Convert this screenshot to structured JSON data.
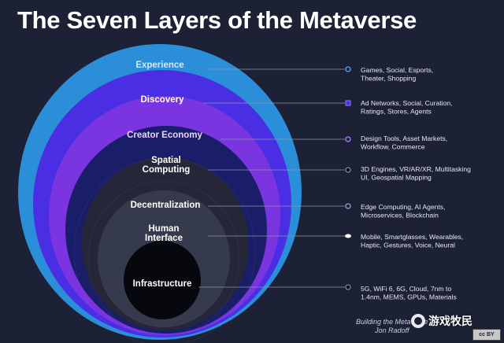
{
  "title": "The Seven Layers of the Metaverse",
  "layers": [
    {
      "name": "Experience",
      "desc": [
        "Games, Social, Esports,",
        "Theater, Shopping"
      ],
      "color": "#2b8ed8",
      "label_color": "#cfe8ff",
      "icon": "circle-outline-icon"
    },
    {
      "name": "Discovery",
      "desc": [
        "Ad Networks, Social, Curation,",
        "Ratings, Stores, Agents"
      ],
      "color": "#4a2ee3",
      "label_color": "#ffffff",
      "icon": "square-icon"
    },
    {
      "name": "Creator Economy",
      "desc": [
        "Design Tools, Asset Markets,",
        "Workflow, Commerce"
      ],
      "color": "#7a34e0",
      "label_color": "#e9d2ff",
      "icon": "circle-outline-icon"
    },
    {
      "name": "Spatial\nComputing",
      "desc": [
        "3D Engines, VR/AR/XR, Multitasking",
        "UI, Geospatial Mapping"
      ],
      "color": "#1a1e68",
      "label_color": "#ffffff",
      "icon": "dot-icon"
    },
    {
      "name": "Decentralization",
      "desc": [
        "Edge Computing, AI Agents,",
        "Microservices, Blockchain"
      ],
      "color": "#252738",
      "label_color": "#ffffff",
      "icon": "circle-outline-icon"
    },
    {
      "name": "Human\nInterface",
      "desc": [
        "Mobile, Smartglasses, Wearables,",
        "Haptic, Gestures, Voice, Neural"
      ],
      "color": "#363a4d",
      "label_color": "#ffffff",
      "icon": "eye-icon"
    },
    {
      "name": "Infrastructure",
      "desc": [
        "5G, WiFi 6, 6G, Cloud, 7nm to",
        "1.4nm, MEMS, GPUs, Materials"
      ],
      "color": "#07080e",
      "label_color": "#ffffff",
      "icon": "dot-icon"
    }
  ],
  "footer": {
    "line1": "Building the Metaverse",
    "line2": "Jon Radoff"
  },
  "watermark": "游戏牧民",
  "license_badge": "cc BY"
}
